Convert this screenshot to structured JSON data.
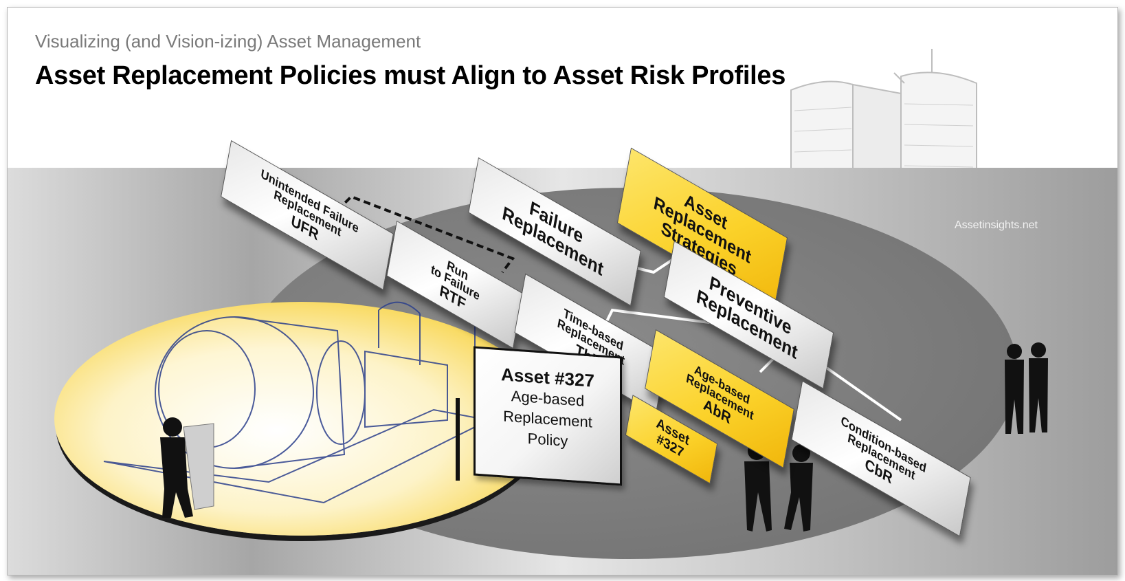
{
  "header": {
    "subtitle": "Visualizing (and Vision-izing) Asset Management",
    "title": "Asset Replacement Policies must Align to Asset Risk Profiles"
  },
  "watermark": {
    "site": "Assetinsights.net"
  },
  "boxes": {
    "ufr": {
      "line1": "Unintended Failure",
      "line2": "Replacement",
      "abbr": "UFR"
    },
    "rtf": {
      "line1": "Run",
      "line2": "to Failure",
      "abbr": "RTF"
    },
    "failure": {
      "line1": "Failure",
      "line2": "Replacement"
    },
    "strategies": {
      "line1": "Asset",
      "line2": "Replacement",
      "line3": "Strategies"
    },
    "preventive": {
      "line1": "Preventive",
      "line2": "Replacement"
    },
    "tbr": {
      "line1": "Time-based",
      "line2": "Replacement",
      "abbr": "TbR"
    },
    "abr": {
      "line1": "Age-based",
      "line2": "Replacement",
      "abbr": "AbR"
    },
    "cbr": {
      "line1": "Condition-based",
      "line2": "Replacement",
      "abbr": "CbR"
    },
    "asset_tag": {
      "line1": "Asset",
      "line2": "#327"
    }
  },
  "sign": {
    "title": "Asset #327",
    "line1": "Age-based",
    "line2": "Replacement",
    "line3": "Policy"
  },
  "colors": {
    "accent_yellow": "#fbd22a",
    "box_gray": "#e9e9e9",
    "oval_dark": "#7a7a7a"
  }
}
